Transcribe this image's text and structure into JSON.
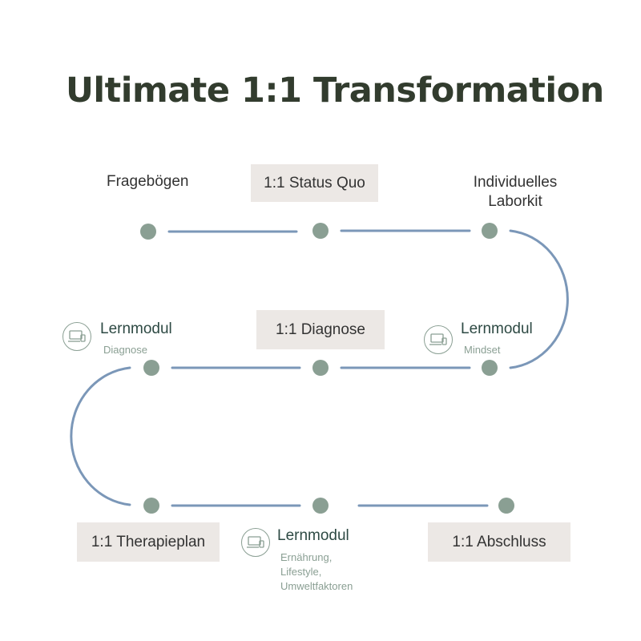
{
  "title": "Ultimate 1:1 Transformation",
  "colors": {
    "title": "#323c2e",
    "line": "#7b97b8",
    "dot": "#8a9f93",
    "box": "#ece8e5",
    "module_title": "#2e4a44"
  },
  "steps": {
    "fragebogen": "Fragebögen",
    "status_quo": "1:1 Status Quo",
    "laborkit_line1": "Individuelles",
    "laborkit_line2": "Laborkit",
    "diagnose": "1:1 Diagnose",
    "therapieplan": "1:1 Therapieplan",
    "abschluss": "1:1 Abschluss"
  },
  "modules": {
    "mindset": {
      "title": "Lernmodul",
      "sub": "Mindset",
      "icon": "devices-icon"
    },
    "diagnose": {
      "title": "Lernmodul",
      "sub": "Diagnose",
      "icon": "devices-icon"
    },
    "ernaehrung": {
      "title": "Lernmodul",
      "sub1": "Ernährung,",
      "sub2": "Lifestyle,",
      "sub3": "Umweltfaktoren",
      "icon": "devices-icon"
    }
  }
}
